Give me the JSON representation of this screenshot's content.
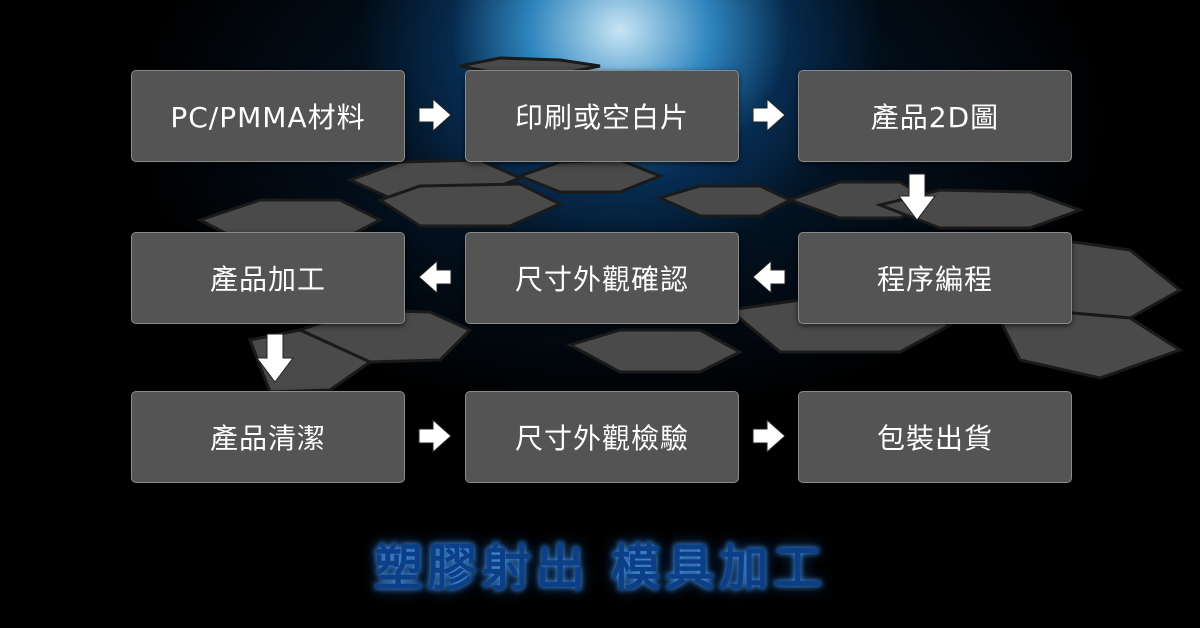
{
  "steps": [
    {
      "label": "PC/PMMA材料"
    },
    {
      "label": "印刷或空白片"
    },
    {
      "label": "產品2D圖"
    },
    {
      "label": "產品加工"
    },
    {
      "label": "尺寸外觀確認"
    },
    {
      "label": "程序編程"
    },
    {
      "label": "產品清潔"
    },
    {
      "label": "尺寸外觀檢驗"
    },
    {
      "label": "包裝出貨"
    }
  ],
  "title": "塑膠射出 模具加工",
  "colors": {
    "box_fill": "#545454",
    "box_border": "#8a8a8a",
    "arrow": "#ffffff",
    "title_text": "#0d3f86",
    "title_glow": "#50aaff"
  }
}
